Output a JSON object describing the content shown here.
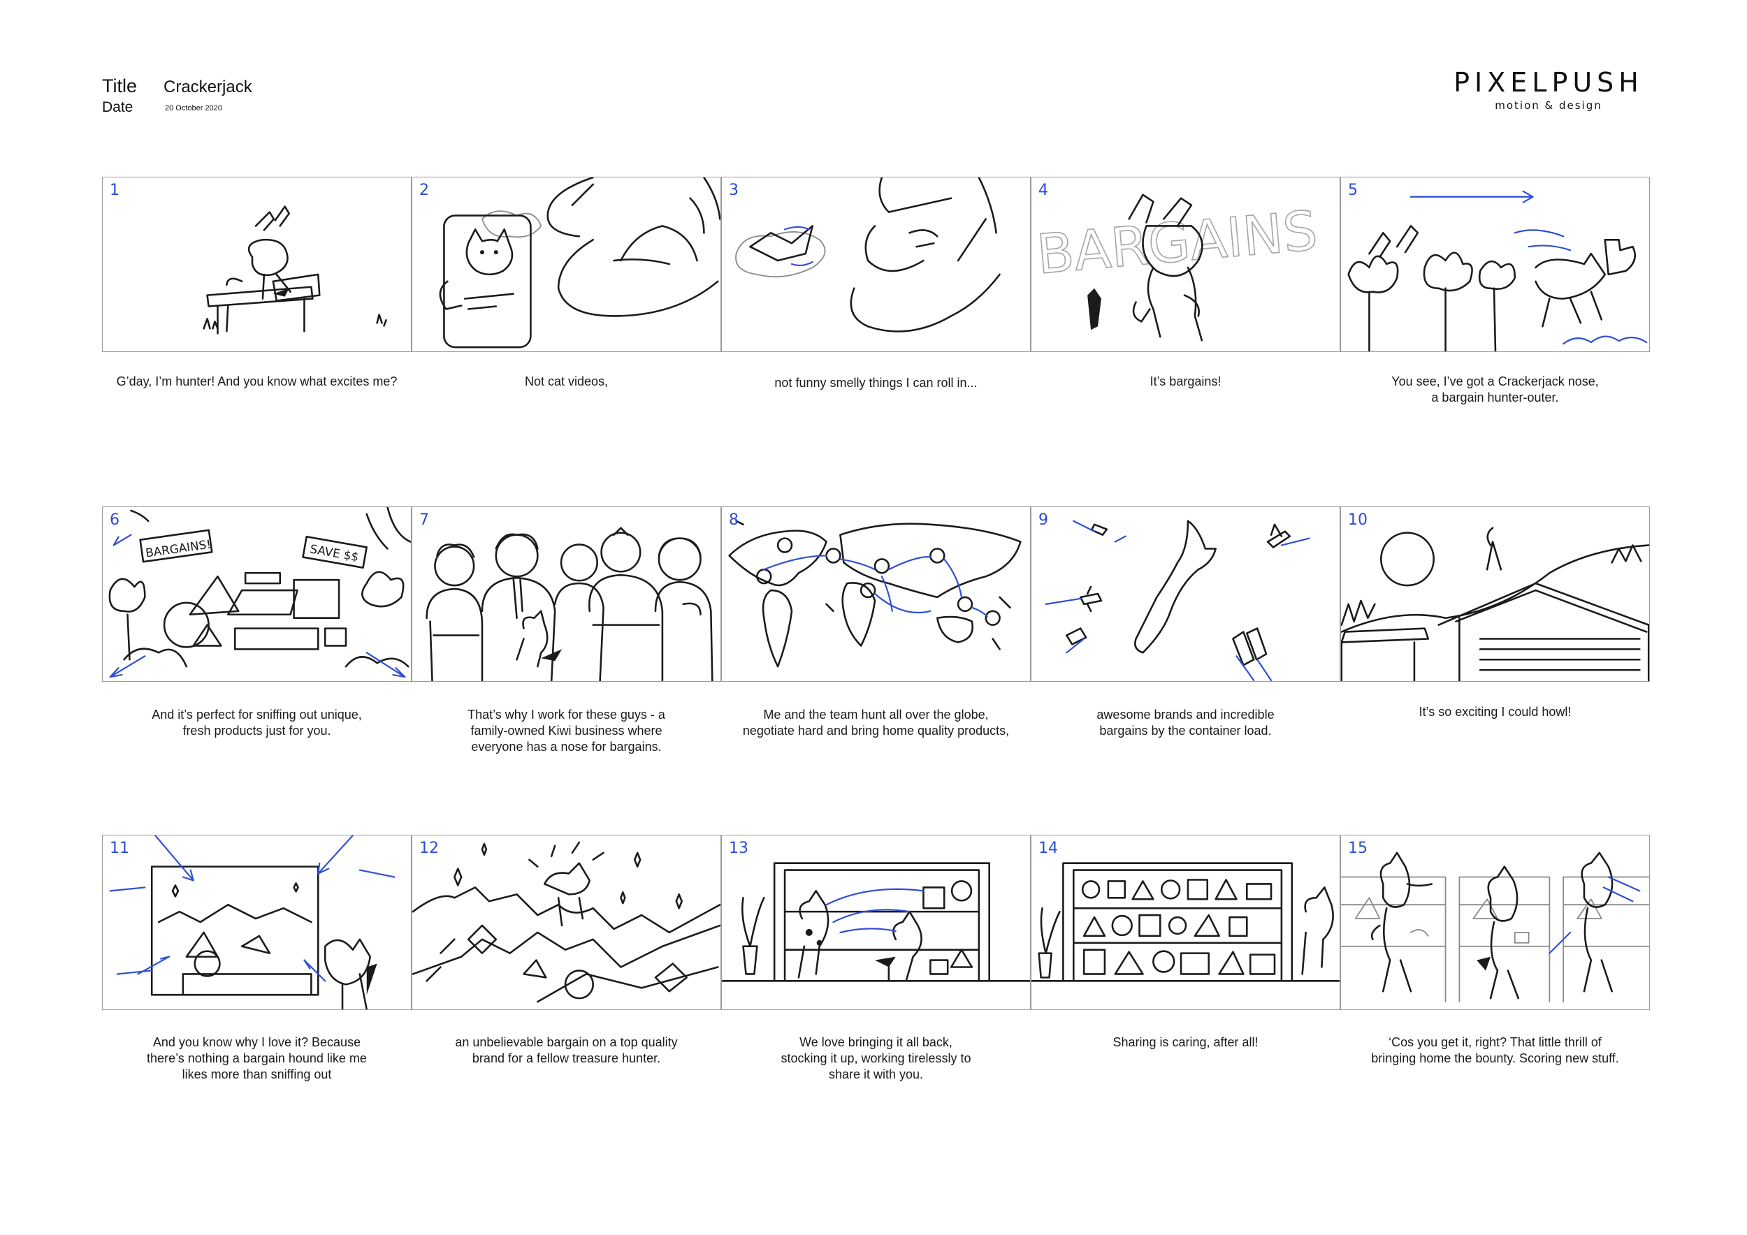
{
  "header": {
    "title_label": "Title",
    "date_label": "Date",
    "title_value": "Crackerjack",
    "date_value": "20 October 2020"
  },
  "logo": {
    "main": "PIXELPUSH",
    "sub": "motion & design"
  },
  "panels": [
    {
      "number": "1",
      "caption": "G’day, I’m hunter! And you know what excites me?"
    },
    {
      "number": "2",
      "caption": "Not cat videos,"
    },
    {
      "number": "3",
      "caption": "not funny smelly things I can roll in..."
    },
    {
      "number": "4",
      "caption": "It’s bargains!"
    },
    {
      "number": "5",
      "caption": "You see, I’ve got a Crackerjack nose,\na bargain hunter-outer."
    },
    {
      "number": "6",
      "caption": "And it’s perfect for sniffing out unique,\nfresh products just for you."
    },
    {
      "number": "7",
      "caption": "That’s why I work for these guys - a\nfamily-owned Kiwi business where\neveryone has a nose for bargains."
    },
    {
      "number": "8",
      "caption": "Me and the team hunt all over the globe,\nnegotiate hard and bring home quality products,"
    },
    {
      "number": "9",
      "caption": "awesome brands and incredible\nbargains by the container load."
    },
    {
      "number": "10",
      "caption": "It’s so exciting I could howl!"
    },
    {
      "number": "11",
      "caption": "And you know why I love it? Because\nthere’s nothing a bargain hound like me\nlikes more than sniffing out"
    },
    {
      "number": "12",
      "caption": "an unbelievable bargain on a top quality\nbrand for a fellow treasure hunter."
    },
    {
      "number": "13",
      "caption": "We love bringing it all back,\nstocking it up, working tirelessly to\nshare it with you."
    },
    {
      "number": "14",
      "caption": "Sharing is caring, after all!"
    },
    {
      "number": "15",
      "caption": "‘Cos you get it, right? That little thrill of\nbringing home the bounty. Scoring new stuff."
    }
  ],
  "sketch_text": {
    "bargains_big": "BARGAINS",
    "bargains_sign": "BARGAINS!",
    "save_sign": "SAVE $$"
  }
}
